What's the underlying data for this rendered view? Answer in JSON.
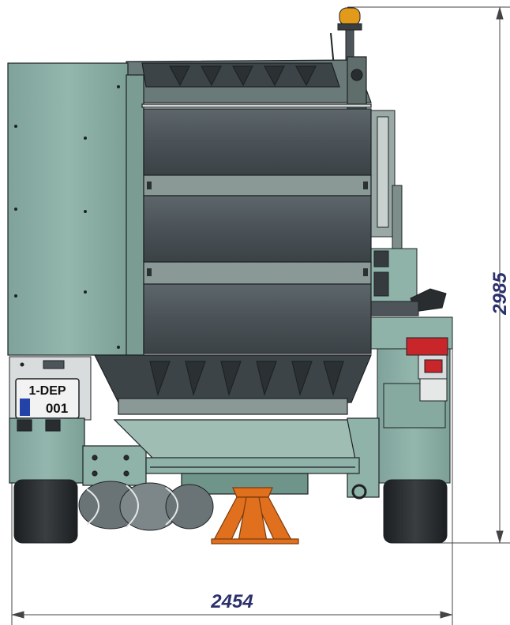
{
  "drawing": {
    "dimensions": {
      "height": {
        "value": "2985"
      },
      "width": {
        "value": "2454"
      }
    },
    "plate": {
      "line1": "1-DEP",
      "line2": "001"
    },
    "colors": {
      "body": "#8fb3a8",
      "body_dark": "#6f948a",
      "panel": "#4d555a",
      "panel_dark": "#353b3f",
      "outline": "#1d2224",
      "tire": "#2a2d2f",
      "jack": "#e0701e",
      "beacon": "#e39a1a",
      "dimension": "#2b2f6b",
      "red_box": "#c8262b"
    }
  }
}
